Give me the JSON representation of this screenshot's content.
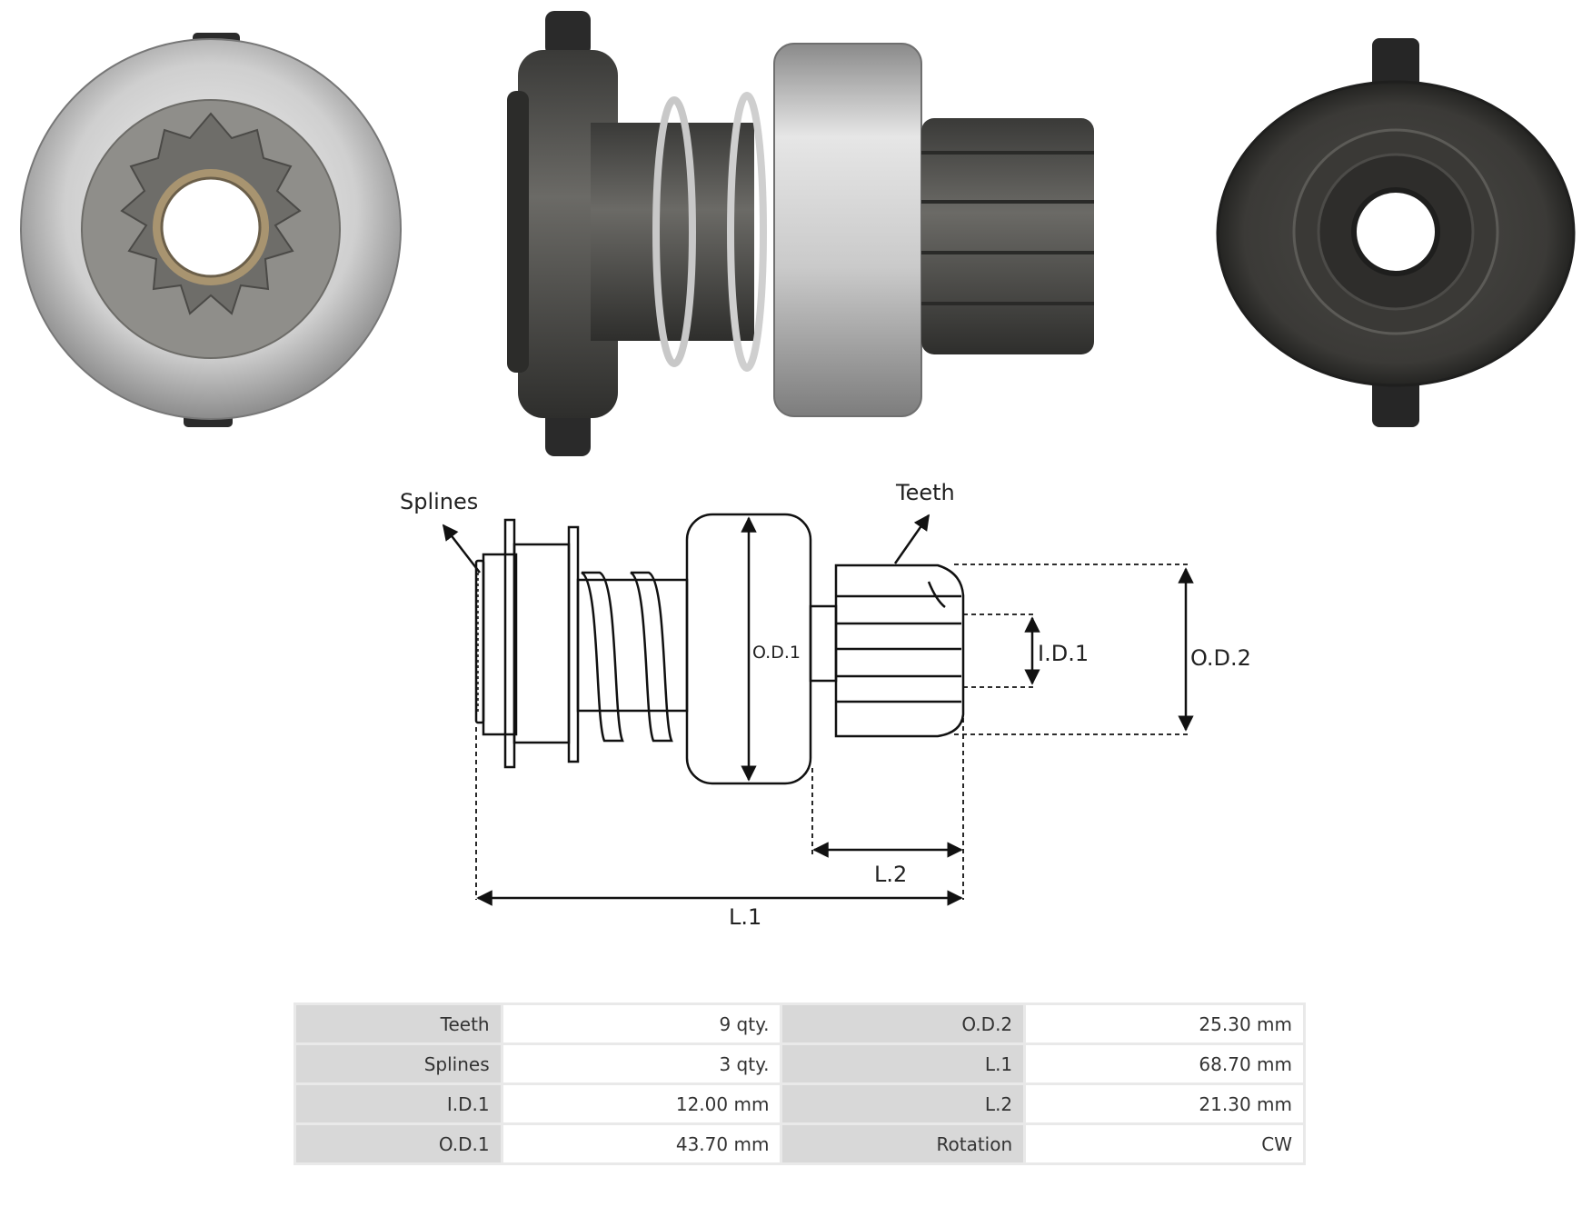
{
  "diagram": {
    "labels": {
      "splines": "Splines",
      "teeth": "Teeth",
      "od1": "O.D.1",
      "id1": "I.D.1",
      "od2": "O.D.2",
      "l2": "L.2",
      "l1": "L.1"
    }
  },
  "specs": {
    "rows": [
      {
        "k1": "Teeth",
        "v1": "9 qty.",
        "k2": "O.D.2",
        "v2": "25.30 mm"
      },
      {
        "k1": "Splines",
        "v1": "3 qty.",
        "k2": "L.1",
        "v2": "68.70 mm"
      },
      {
        "k1": "I.D.1",
        "v1": "12.00 mm",
        "k2": "L.2",
        "v2": "21.30 mm"
      },
      {
        "k1": "O.D.1",
        "v1": "43.70 mm",
        "k2": "Rotation",
        "v2": "CW"
      }
    ]
  }
}
